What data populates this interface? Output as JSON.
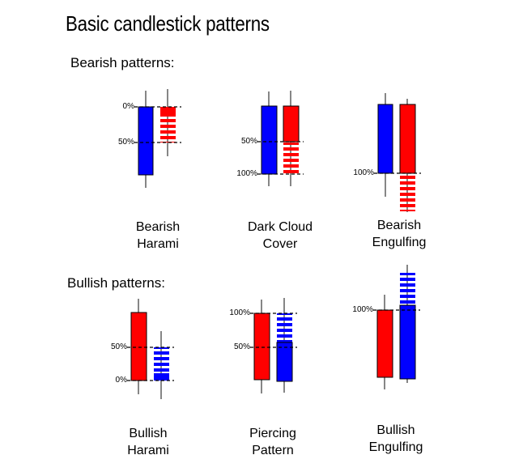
{
  "title": "Basic candlestick patterns",
  "colors": {
    "bearish": "#ff0000",
    "bullish": "#0000ff"
  },
  "sections": {
    "bearish": "Bearish patterns:",
    "bullish": "Bullish patterns:"
  },
  "patterns": [
    {
      "id": "bearish-harami",
      "name_line1": "Bearish",
      "name_line2": "Harami",
      "levels": [
        "0%",
        "50%"
      ]
    },
    {
      "id": "dark-cloud-cover",
      "name_line1": "Dark Cloud",
      "name_line2": "Cover",
      "levels": [
        "50%",
        "100%"
      ]
    },
    {
      "id": "bearish-engulfing",
      "name_line1": "Bearish",
      "name_line2": "Engulfing",
      "levels": [
        "100%"
      ]
    },
    {
      "id": "bullish-harami",
      "name_line1": "Bullish",
      "name_line2": "Harami",
      "levels": [
        "50%",
        "0%"
      ]
    },
    {
      "id": "piercing-pattern",
      "name_line1": "Piercing",
      "name_line2": "Pattern",
      "levels": [
        "100%",
        "50%"
      ]
    },
    {
      "id": "bullish-engulfing",
      "name_line1": "Bullish",
      "name_line2": "Engulfing",
      "levels": [
        "100%"
      ]
    }
  ]
}
